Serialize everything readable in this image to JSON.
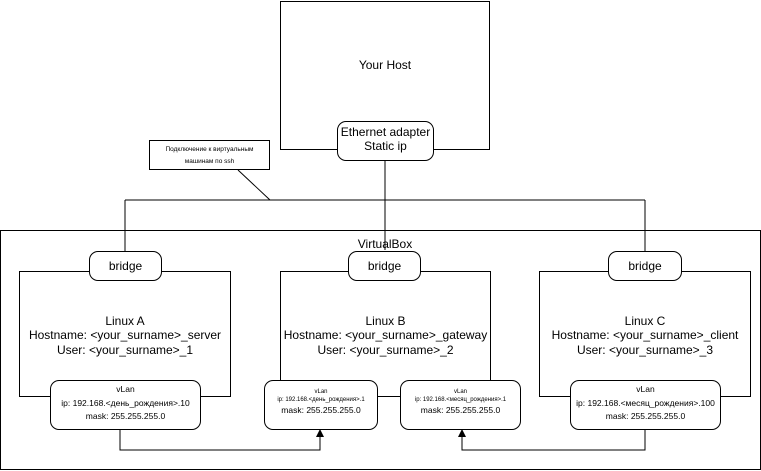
{
  "host": {
    "label": "Your Host"
  },
  "adapter": {
    "line1": "Ethernet adapter",
    "line2": "Static ip"
  },
  "note": {
    "line1": "Подключение к виртуальным",
    "line2": "машинам по ssh"
  },
  "virtualbox": {
    "label": "VirtualBox"
  },
  "machines": [
    {
      "bridge": "bridge",
      "name": "Linux A",
      "hostname": "Hostname: <your_surname>_server",
      "user": "User: <your_surname>_1",
      "vlan": {
        "title": "vLan",
        "ip": "ip: 192.168.<день_рождения>.10",
        "mask": "mask: 255.255.255.0"
      }
    },
    {
      "bridge": "bridge",
      "name": "Linux B",
      "hostname": "Hostname: <your_surname>_gateway",
      "user": "User: <your_surname>_2",
      "vlan1": {
        "title": "vLan",
        "ip": "ip: 192.168.<день_рождения>.1",
        "mask": "mask: 255.255.255.0"
      },
      "vlan2": {
        "title": "vLan",
        "ip": "ip: 192.168.<месяц_рождения>.1",
        "mask": "mask: 255.255.255.0"
      }
    },
    {
      "bridge": "bridge",
      "name": "Linux C",
      "hostname": "Hostname: <your_surname>_client",
      "user": "User: <your_surname>_3",
      "vlan": {
        "title": "vLan",
        "ip": "ip: 192.168.<месяц_рождения>.100",
        "mask": "mask: 255.255.255.0"
      }
    }
  ]
}
